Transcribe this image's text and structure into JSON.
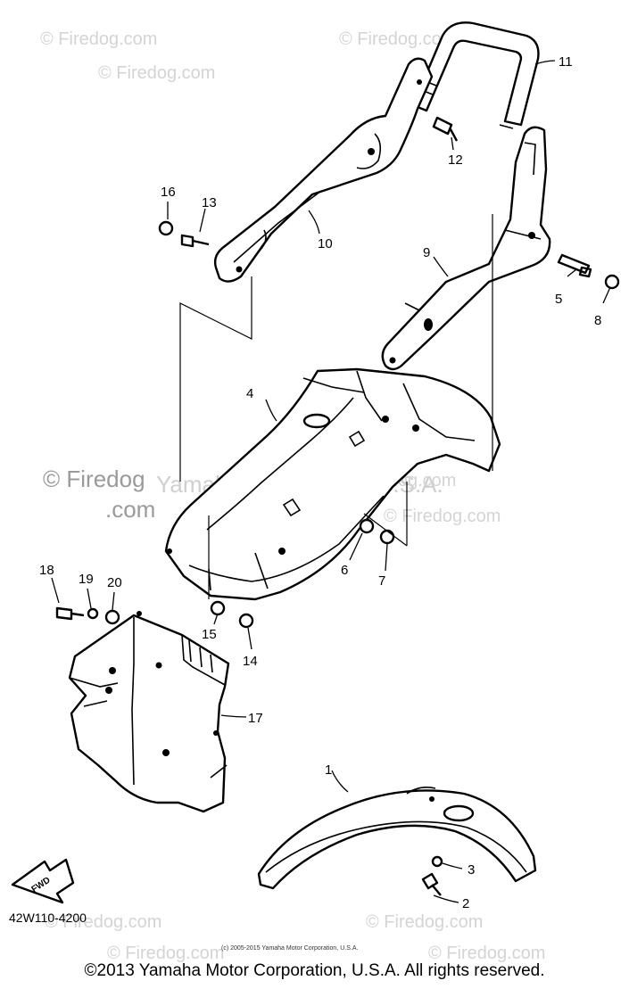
{
  "watermarks": {
    "site": "© Firedog.com",
    "site_wrapped_1": "© Firedog",
    "site_wrapped_2": ".com",
    "center_text": "Yamaha Motor Corp. U.S.A."
  },
  "callouts": {
    "p1": "1",
    "p2": "2",
    "p3": "3",
    "p4": "4",
    "p5": "5",
    "p6": "6",
    "p7": "7",
    "p8": "8",
    "p9": "9",
    "p10": "10",
    "p11": "11",
    "p12": "12",
    "p13": "13",
    "p14": "14",
    "p15": "15",
    "p16": "16",
    "p17": "17",
    "p18": "18",
    "p19": "19",
    "p20": "20"
  },
  "direction_label": "FWD",
  "diagram_code": "42W110-4200",
  "inner_copyright": "(c) 2005-2015 Yamaha Motor Corporation, U.S.A.",
  "footer": "©2013 Yamaha Motor Corporation, U.S.A. All rights reserved."
}
